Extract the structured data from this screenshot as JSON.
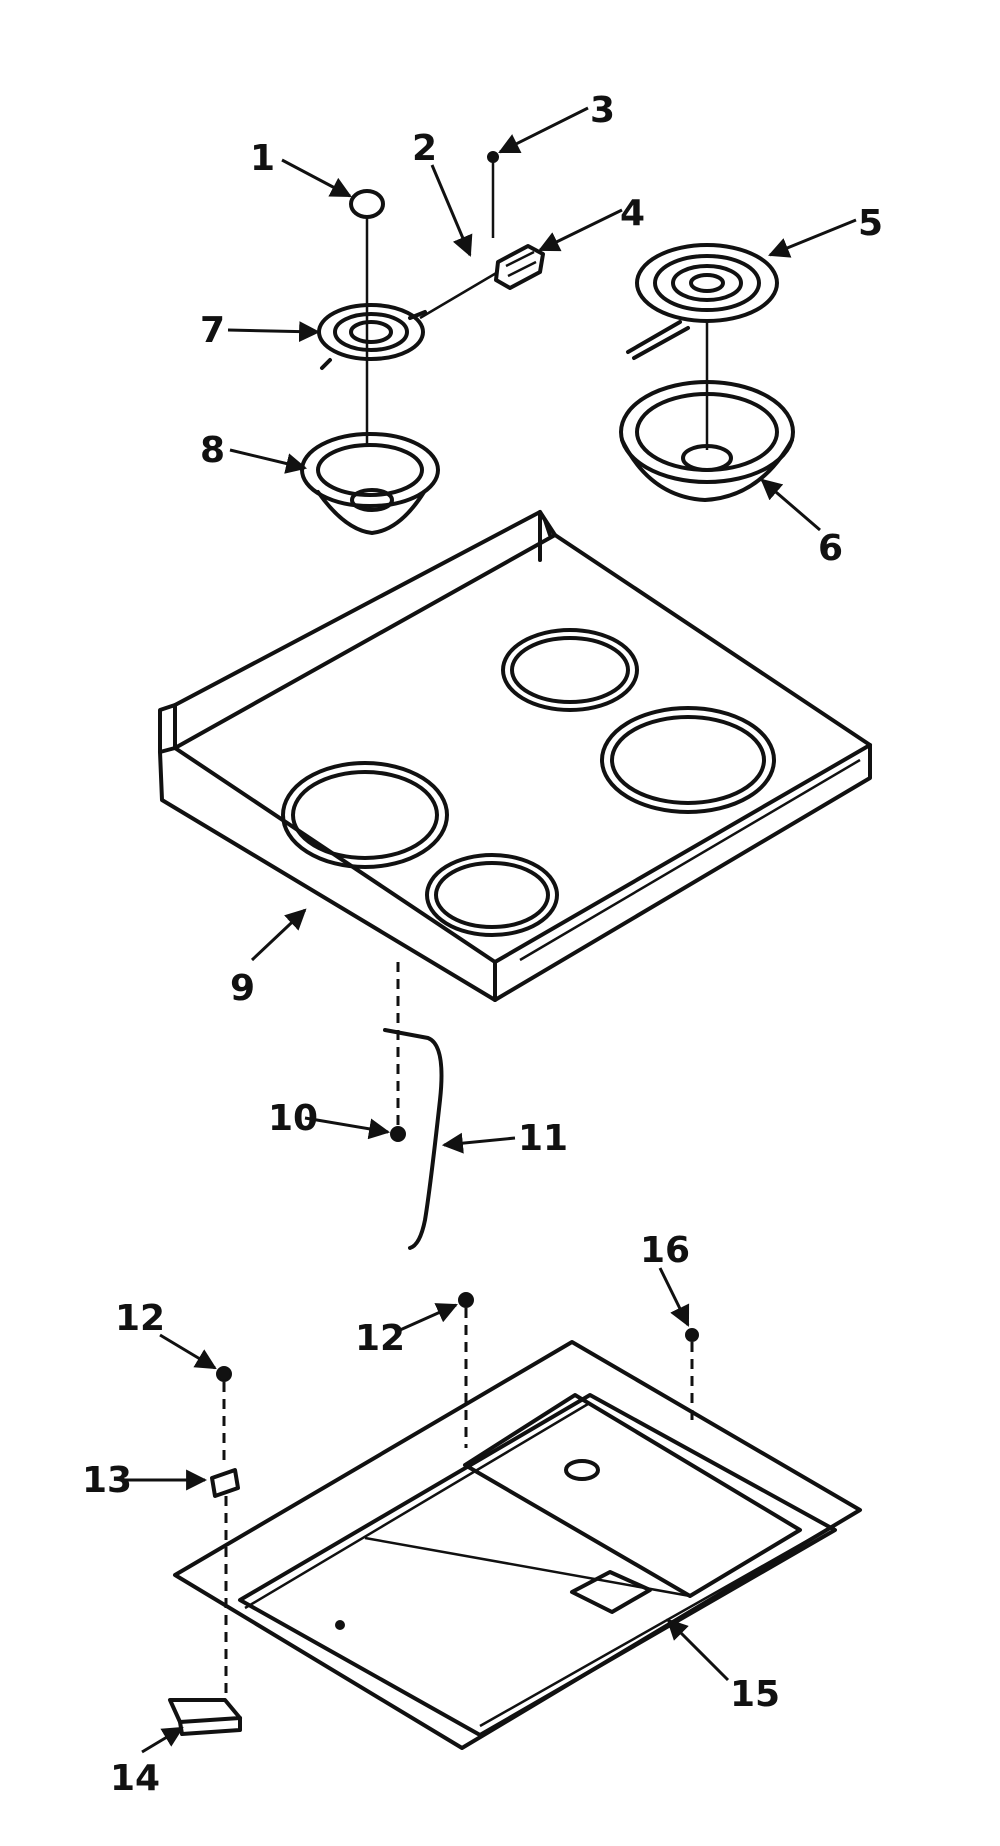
{
  "callouts": [
    {
      "id": "c1",
      "label": "1"
    },
    {
      "id": "c2",
      "label": "2"
    },
    {
      "id": "c3",
      "label": "3"
    },
    {
      "id": "c4",
      "label": "4"
    },
    {
      "id": "c5",
      "label": "5"
    },
    {
      "id": "c6",
      "label": "6"
    },
    {
      "id": "c7",
      "label": "7"
    },
    {
      "id": "c8",
      "label": "8"
    },
    {
      "id": "c9",
      "label": "9"
    },
    {
      "id": "c10",
      "label": "10"
    },
    {
      "id": "c11",
      "label": "11"
    },
    {
      "id": "c12a",
      "label": "12"
    },
    {
      "id": "c12b",
      "label": "12"
    },
    {
      "id": "c13",
      "label": "13"
    },
    {
      "id": "c14",
      "label": "14"
    },
    {
      "id": "c15",
      "label": "15"
    },
    {
      "id": "c16",
      "label": "16"
    }
  ],
  "colors": {
    "line": "#111111",
    "background": "#ffffff"
  }
}
